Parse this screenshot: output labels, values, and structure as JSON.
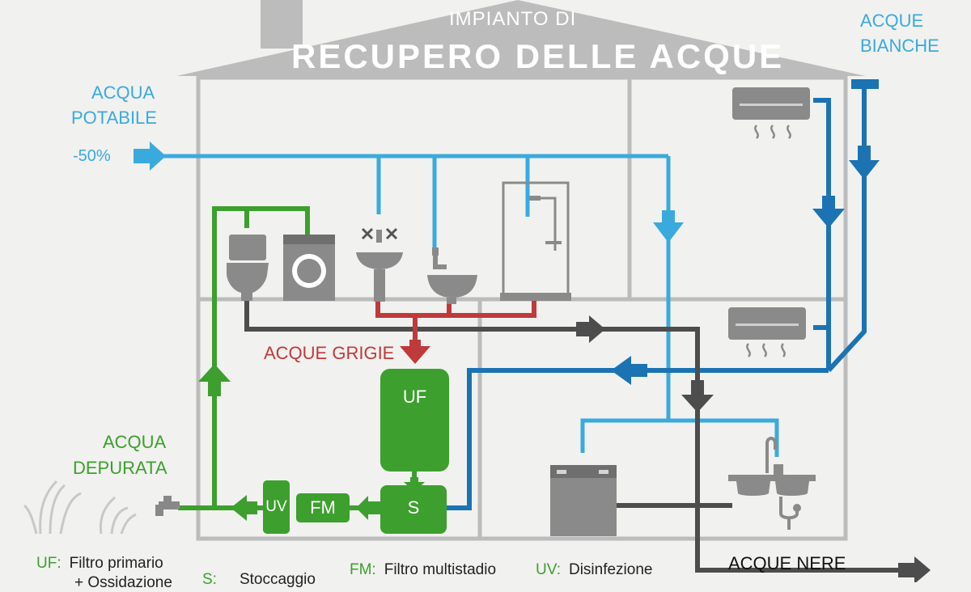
{
  "title": {
    "line1": "IMPIANTO DI",
    "line2": "RECUPERO DELLE ACQUE"
  },
  "labels": {
    "acqua_potabile_1": "ACQUA",
    "acqua_potabile_2": "POTABILE",
    "reduction": "-50%",
    "acque_bianche_1": "ACQUE",
    "acque_bianche_2": "BIANCHE",
    "acque_grigie": "ACQUE GRIGIE",
    "acqua_depurata_1": "ACQUA",
    "acqua_depurata_2": "DEPURATA",
    "acque_nere": "ACQUE NERE"
  },
  "units": {
    "uf": "UF",
    "s": "S",
    "fm": "FM",
    "uv": "UV"
  },
  "legend": [
    {
      "code": "UF:",
      "text": "Filtro primario",
      "text2": "+ Ossidazione"
    },
    {
      "code": "S:",
      "text": "Stoccaggio"
    },
    {
      "code": "FM:",
      "text": "Filtro multistadio"
    },
    {
      "code": "UV:",
      "text": "Disinfezione"
    }
  ],
  "colors": {
    "light_blue": "#3aaadd",
    "dark_blue": "#1b73b3",
    "green": "#3d9f2e",
    "red": "#c0393b",
    "dark_gray": "#4d4d4d",
    "house_gray": "#bcbcbc"
  }
}
